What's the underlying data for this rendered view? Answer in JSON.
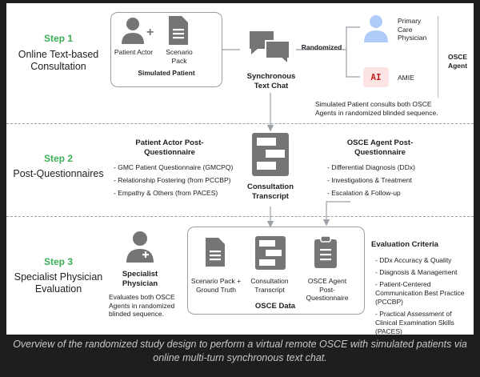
{
  "steps": [
    {
      "label": "Step 1",
      "desc": "Online Text-based Consultation"
    },
    {
      "label": "Step 2",
      "desc": "Post-Questionnaires"
    },
    {
      "label": "Step 3",
      "desc": "Specialist Physician Evaluation"
    }
  ],
  "step1": {
    "patient_actor": "Patient Actor",
    "scenario_pack": "Scenario Pack",
    "simulated_patient": "Simulated Patient",
    "chat": "Synchronous Text Chat",
    "randomized": "Randomized",
    "pcp": "Primary Care Physician",
    "ai_badge": "AI",
    "amie": "AMIE",
    "osce_agent": "OSCE Agent",
    "note": "Simulated Patient consults both OSCE Agents in randomized blinded sequence."
  },
  "step2": {
    "patient_q_title": "Patient Actor Post-Questionnaire",
    "patient_q_items": [
      "GMC Patient Questionnaire (GMCPQ)",
      "Relationship Fostering (from PCCBP)",
      "Empathy & Others (from PACES)"
    ],
    "transcript": "Consultation Transcript",
    "agent_q_title": "OSCE Agent Post-Questionnaire",
    "agent_q_items": [
      "Differential Diagnosis (DDx)",
      "Investigations & Treatment",
      "Escalation & Follow-up"
    ]
  },
  "step3": {
    "specialist": "Specialist Physician",
    "specialist_note": "Evaluates both OSCE Agents in randomized blinded sequence.",
    "scenario_gt": "Scenario Pack + Ground Truth",
    "transcript": "Consultation Transcript",
    "agent_q": "OSCE Agent Post-Questionnaire",
    "osce_data": "OSCE Data",
    "criteria_title": "Evaluation Criteria",
    "criteria_items": [
      "DDx Accuracy & Quality",
      "Diagnosis & Management",
      "Patient-Centered Communication Best Practice (PCCBP)",
      "Practical Assessment of Clinical Examination Skills (PACES)"
    ]
  },
  "caption": "Overview of the randomized study design to perform a virtual remote OSCE with simulated patients via online multi-turn synchronous text chat.",
  "colors": {
    "step": "#3cae56",
    "icon": "#757575",
    "pcp_icon": "#aecbfa",
    "ai_badge_bg": "#fbe4e3",
    "ai_badge_text": "#c5221f"
  }
}
